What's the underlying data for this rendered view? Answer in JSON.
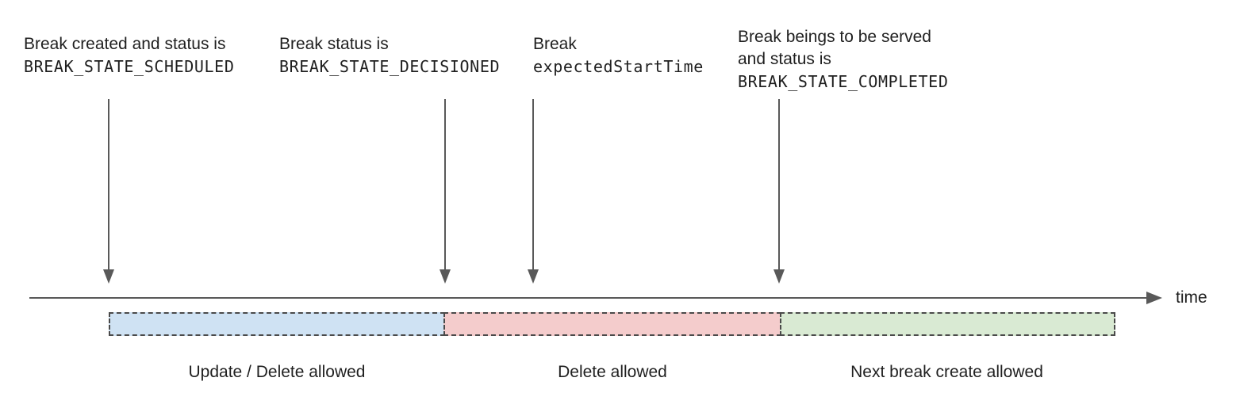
{
  "annotations": [
    {
      "lines": [
        "Break created and status is",
        "BREAK_STATE_SCHEDULED"
      ]
    },
    {
      "lines": [
        "Break status is",
        "BREAK_STATE_DECISIONED"
      ]
    },
    {
      "lines": [
        "Break",
        "expectedStartTime"
      ]
    },
    {
      "lines": [
        "Break beings to be served",
        "and status is",
        "BREAK_STATE_COMPLETED"
      ]
    }
  ],
  "timeline": {
    "axis_label": "time"
  },
  "segments": [
    {
      "label": "Update / Delete allowed",
      "fill": "#cfe2f3"
    },
    {
      "label": "Delete allowed",
      "fill": "#f4cccc"
    },
    {
      "label": "Next break create allowed",
      "fill": "#d9ead3"
    }
  ],
  "colors": {
    "arrow": "#595959",
    "dashed_border": "#4a4a4a",
    "text": "#1f1f1f"
  }
}
